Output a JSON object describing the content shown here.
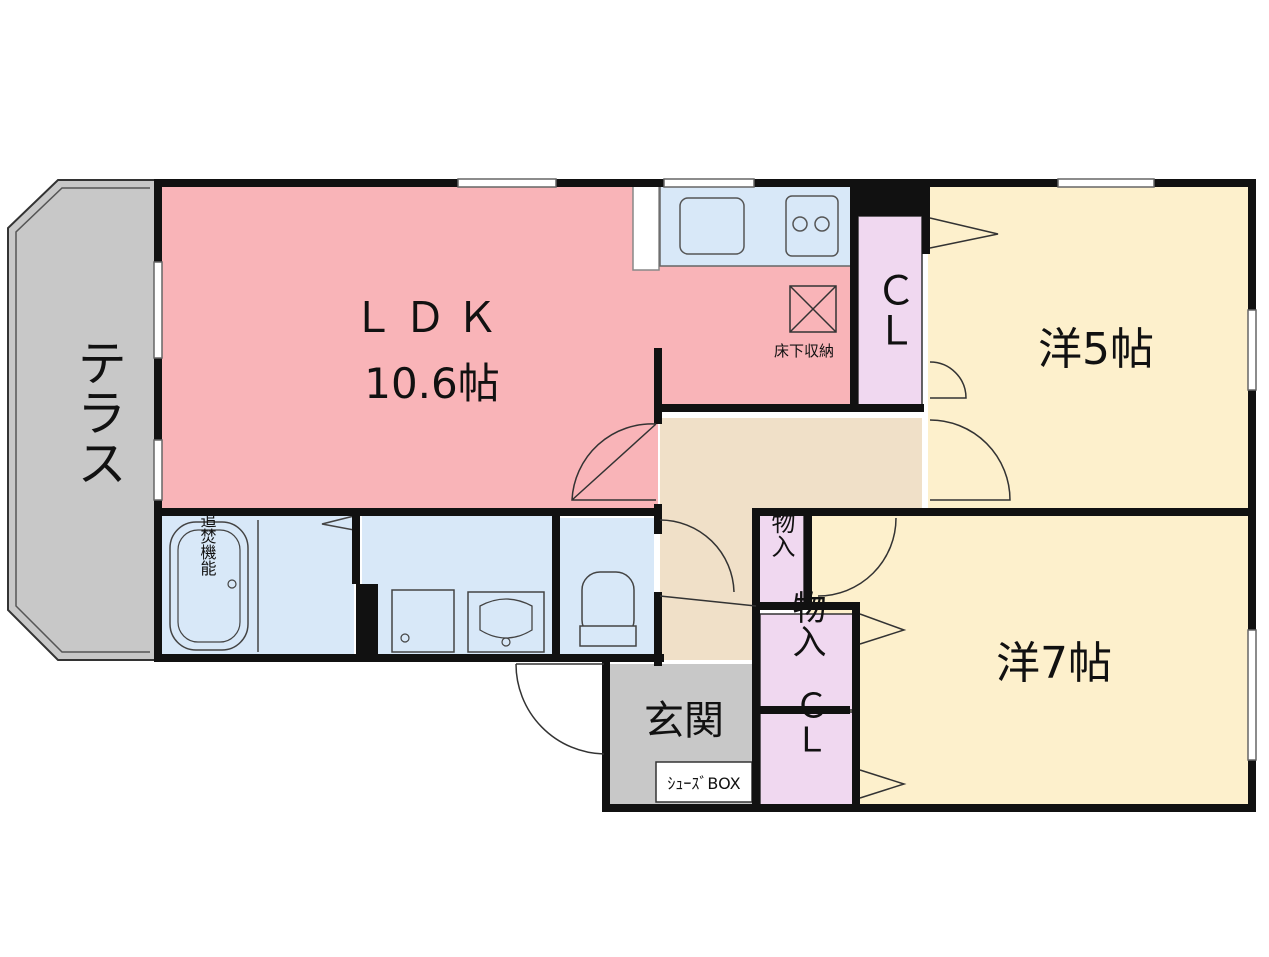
{
  "rooms": {
    "terrace": "テラス",
    "ldk_name": "ＬＤＫ",
    "ldk_size": "10.6帖",
    "underfloor": "床下収納",
    "closet_top": "ＣＬ",
    "western5": "洋5帖",
    "bath_reheat": "追焚機能",
    "storage_small": "物入",
    "storage": "物入",
    "western7": "洋7帖",
    "entrance": "玄関",
    "shoes_box": "ｼｭｰｽﾞBOX",
    "closet_bottom": "ＣＬ"
  },
  "colors": {
    "ldk": "#F9B4B8",
    "wet": "#D8E8F8",
    "closet": "#F0D8F0",
    "bedroom": "#FDF0CC",
    "hall": "#F0E0C8",
    "terrace": "#C8C8C8",
    "entrance": "#C8C8C8",
    "wall": "#111111"
  }
}
